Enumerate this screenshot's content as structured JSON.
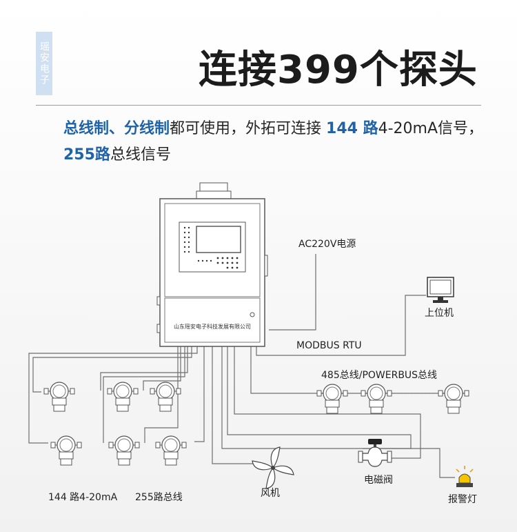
{
  "brand": "瑶安电子",
  "title": "连接399个探头",
  "description": {
    "hl1": "总线制、分线制",
    "t1": "都可使用，外拓可连接 ",
    "hl2": "144 路",
    "t2": "4-20mA信号，",
    "hl3": "255路",
    "t3": "总线信号"
  },
  "diagram": {
    "controller_label": "山东瑶安电子科技发展有限公司",
    "power_label": "AC220V电源",
    "modbus_label": "MODBUS  RTU",
    "computer_label": "上位机",
    "bus_label": "485总线/POWERBUS总线",
    "analog_label": "144 路4-20mA",
    "bus_group_label": "255路总线",
    "fan_label": "风机",
    "valve_label": "电磁阀",
    "alarm_label": "报警灯"
  },
  "colors": {
    "accent": "#1f62a7",
    "text": "#262626"
  },
  "icons": [
    "detector-icon",
    "computer-icon",
    "fan-icon",
    "valve-icon",
    "alarm-light-icon"
  ]
}
